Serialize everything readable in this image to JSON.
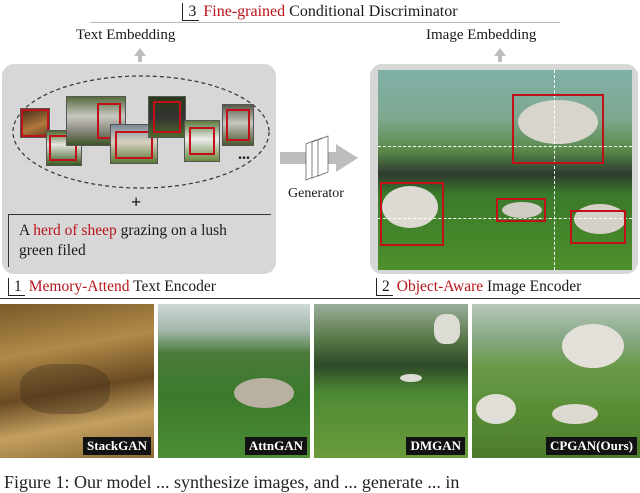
{
  "header": {
    "number": "3",
    "title_red": "Fine-grained",
    "title_rest": "Conditional Discriminator"
  },
  "left_panel": {
    "embedding_label": "Text Embedding",
    "plus": "+",
    "ellipsis": "...",
    "text_prefix": "A ",
    "text_highlight": "herd of sheep",
    "text_line1_rest": " grazing on a lush",
    "text_line2": "green filed",
    "number": "1",
    "module_red": "Memory-Attend",
    "module_rest": " Text Encoder"
  },
  "center": {
    "generator_label": "Generator"
  },
  "right_panel": {
    "embedding_label": "Image Embedding",
    "number": "2",
    "module_red": "Object-Aware",
    "module_rest": " Image Encoder"
  },
  "results": [
    {
      "label": "StackGAN"
    },
    {
      "label": "AttnGAN"
    },
    {
      "label": "DMGAN"
    },
    {
      "label": "CPGAN(Ours)"
    }
  ],
  "caption": "Figure 1:  Our model ... synthesize images, and ... generate ... in"
}
